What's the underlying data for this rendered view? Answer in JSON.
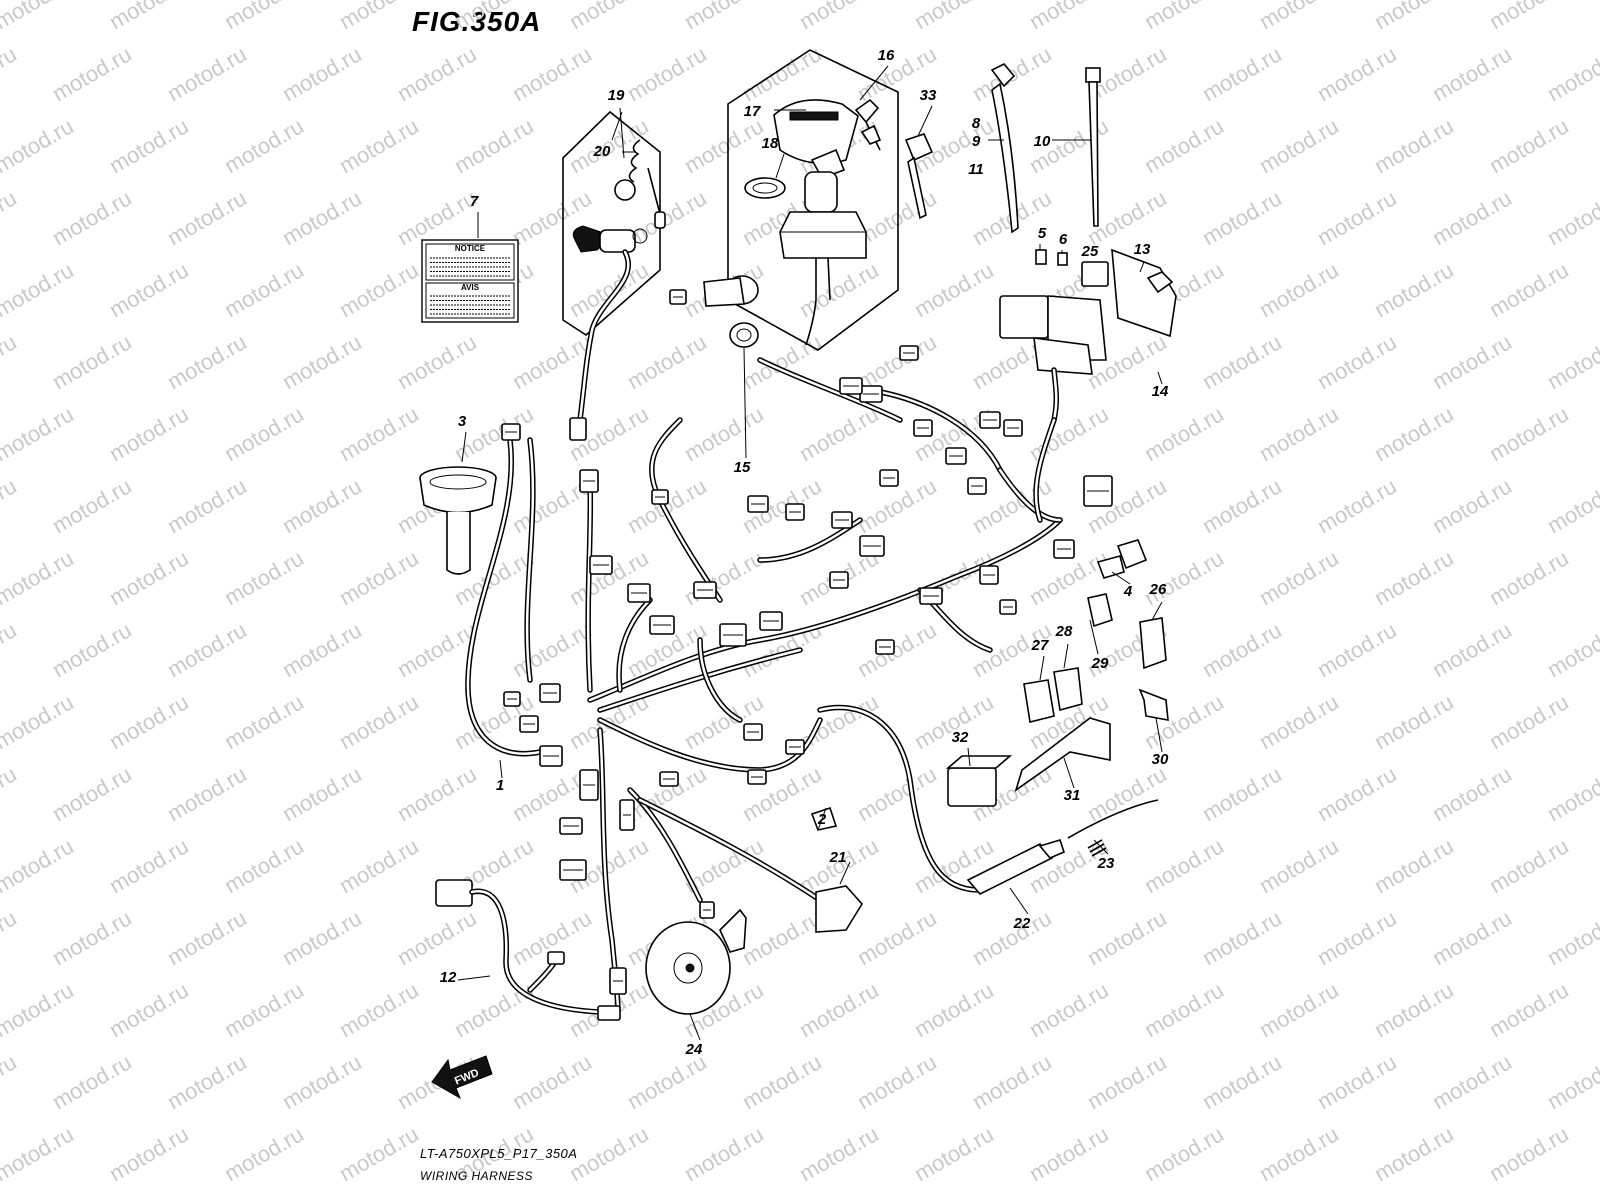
{
  "figure_title": "FIG.350A",
  "diagram_code": "LT-A750XPL5_P17_350A",
  "diagram_name": "WIRING HARNESS",
  "watermark": "motod.ru",
  "notice_label": {
    "top": "NOTICE",
    "bottom": "AVIS"
  },
  "fwd_label": "FWD",
  "part_numbers": [
    {
      "id": "p1",
      "text": "1"
    },
    {
      "id": "p2",
      "text": "2"
    },
    {
      "id": "p3",
      "text": "3"
    },
    {
      "id": "p4",
      "text": "4"
    },
    {
      "id": "p5",
      "text": "5"
    },
    {
      "id": "p6",
      "text": "6"
    },
    {
      "id": "p7",
      "text": "7"
    },
    {
      "id": "p8",
      "text": "8"
    },
    {
      "id": "p9",
      "text": "9"
    },
    {
      "id": "p10",
      "text": "10"
    },
    {
      "id": "p11",
      "text": "11"
    },
    {
      "id": "p12",
      "text": "12"
    },
    {
      "id": "p13",
      "text": "13"
    },
    {
      "id": "p14",
      "text": "14"
    },
    {
      "id": "p15",
      "text": "15"
    },
    {
      "id": "p16",
      "text": "16"
    },
    {
      "id": "p17",
      "text": "17"
    },
    {
      "id": "p18",
      "text": "18"
    },
    {
      "id": "p19",
      "text": "19"
    },
    {
      "id": "p20",
      "text": "20"
    },
    {
      "id": "p21",
      "text": "21"
    },
    {
      "id": "p22",
      "text": "22"
    },
    {
      "id": "p23",
      "text": "23"
    },
    {
      "id": "p24",
      "text": "24"
    },
    {
      "id": "p25",
      "text": "25"
    },
    {
      "id": "p26",
      "text": "26"
    },
    {
      "id": "p27",
      "text": "27"
    },
    {
      "id": "p28",
      "text": "28"
    },
    {
      "id": "p29",
      "text": "29"
    },
    {
      "id": "p30",
      "text": "30"
    },
    {
      "id": "p31",
      "text": "31"
    },
    {
      "id": "p32",
      "text": "32"
    },
    {
      "id": "p33",
      "text": "33"
    }
  ]
}
